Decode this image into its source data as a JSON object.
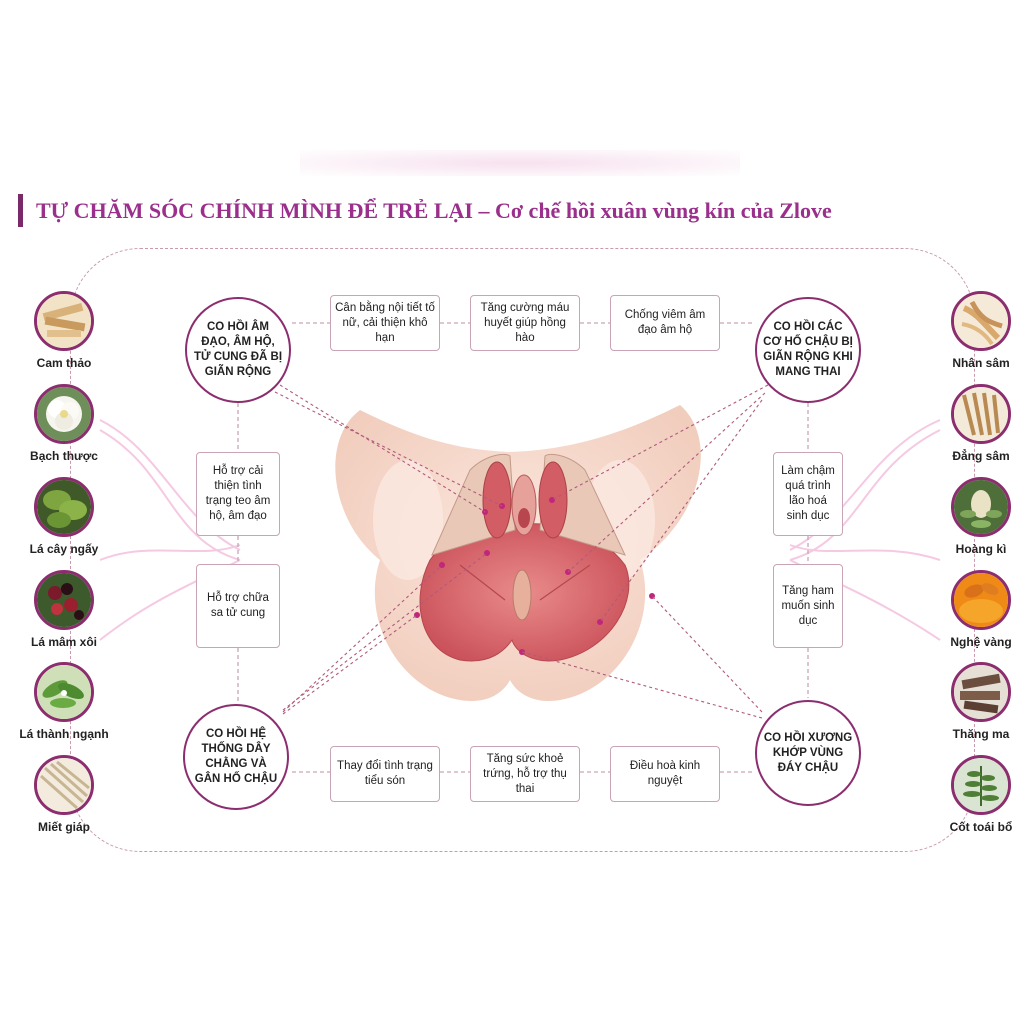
{
  "header": {
    "title_bold": "TỰ CHĂM SÓC CHÍNH MÌNH ĐỂ TRẺ LẠI –",
    "title_rest": " Cơ chế hồi xuân vùng kín của Zlove"
  },
  "herbs_left": [
    {
      "label": "Cam thảo",
      "icon": "licorice-root-icon"
    },
    {
      "label": "Bạch thược",
      "icon": "white-peony-icon"
    },
    {
      "label": "Lá cây ngấy",
      "icon": "ngay-leaf-icon"
    },
    {
      "label": "Lá mâm xôi",
      "icon": "raspberry-leaf-icon"
    },
    {
      "label": "Lá thành ngạnh",
      "icon": "thanh-nganh-leaf-icon"
    },
    {
      "label": "Miết giáp",
      "icon": "turtle-shell-icon"
    }
  ],
  "herbs_right": [
    {
      "label": "Nhân sâm",
      "icon": "ginseng-icon"
    },
    {
      "label": "Đẳng sâm",
      "icon": "codonopsis-root-icon"
    },
    {
      "label": "Hoàng kì",
      "icon": "astragalus-icon"
    },
    {
      "label": "Nghệ vàng",
      "icon": "turmeric-icon"
    },
    {
      "label": "Thăng ma",
      "icon": "cimicifuga-root-icon"
    },
    {
      "label": "Cốt toái bổ",
      "icon": "drynaria-fern-icon"
    }
  ],
  "circles": {
    "top_left": "CO HỒI ÂM ĐẠO, ÂM HỘ, TỬ CUNG ĐÃ BỊ GIÃN RỘNG",
    "top_right": "CO HỒI CÁC CƠ HỐ CHẬU BỊ GIÃN RỘNG KHI MANG THAI",
    "bottom_left": "CO HỒI HỆ THỐNG DÂY CHẰNG VÀ GÂN HỐ CHẬU",
    "bottom_right": "CO HỒI XƯƠNG KHỚP VÙNG ĐÁY CHẬU"
  },
  "boxes_top": [
    "Cân bằng nội tiết tố nữ, cải thiện khô hạn",
    "Tăng cường máu huyết giúp hồng hào",
    "Chống viêm âm đạo âm hộ"
  ],
  "boxes_bottom": [
    "Thay đổi tình trạng tiểu són",
    "Tăng sức khoẻ trứng, hỗ trợ thụ thai",
    "Điều hoà kinh nguyệt"
  ],
  "boxes_left": [
    "Hỗ trợ cải thiện tình trạng teo âm hộ, âm đạo",
    "Hỗ trợ chữa sa tử cung"
  ],
  "boxes_right": [
    "Làm chậm quá trình lão hoá sinh dục",
    "Tăng ham muốn sinh dục"
  ],
  "colors": {
    "accent": "#8b2d6e",
    "title": "#9a2f8c",
    "muscle": "#d9666b",
    "skin": "#f6d7c9"
  }
}
